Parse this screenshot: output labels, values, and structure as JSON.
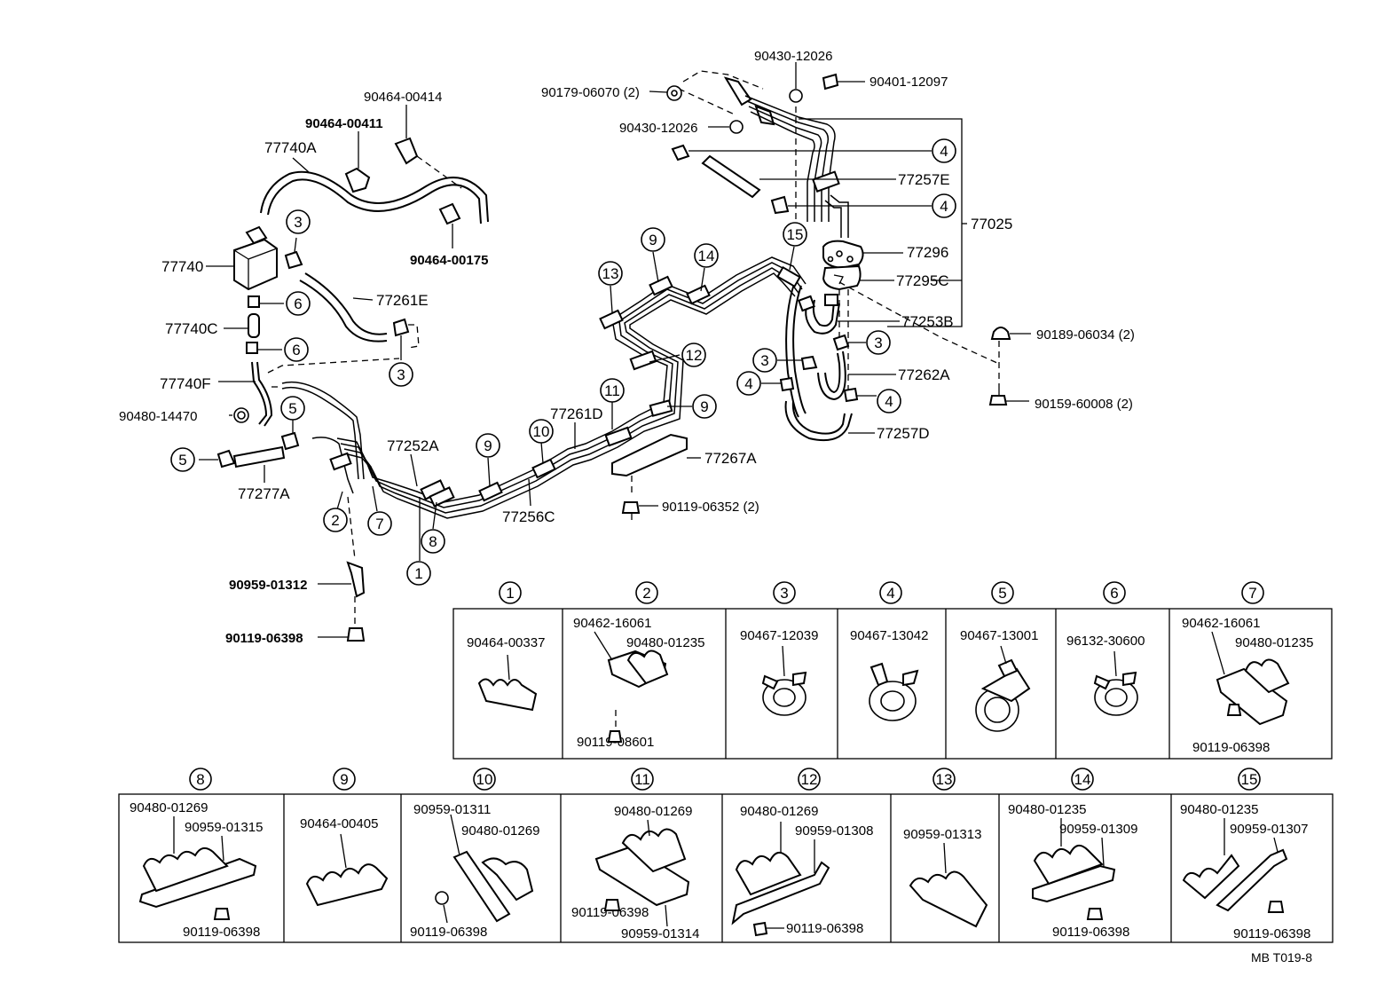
{
  "labels": {
    "p90430_12026_a": "90430-12026",
    "p90401_12097": "90401-12097",
    "p90179_06070": "90179-06070 (2)",
    "p90430_12026_b": "90430-12026",
    "p90464_00414": "90464-00414",
    "p90464_00411": "90464-00411",
    "p77740A": "77740A",
    "p90464_00175": "90464-00175",
    "p77257E": "77257E",
    "p77025": "77025",
    "p77296": "77296",
    "p77295C": "77295C",
    "p77253B": "77253B",
    "p90189_06034": "90189-06034 (2)",
    "p90159_60008": "90159-60008 (2)",
    "p77262A": "77262A",
    "p77257D": "77257D",
    "p77740": "77740",
    "p77261E": "77261E",
    "p77740C": "77740C",
    "p77740F": "77740F",
    "p90480_14470": "90480-14470",
    "p77277A": "77277A",
    "p77252A": "77252A",
    "p77261D": "77261D",
    "p77267A": "77267A",
    "p90119_06352": "90119-06352 (2)",
    "p77256C": "77256C",
    "p90959_01312": "90959-01312",
    "p90119_06398_main": "90119-06398"
  },
  "callouts": [
    "1",
    "2",
    "3",
    "4",
    "5",
    "6",
    "7",
    "8",
    "9",
    "10",
    "11",
    "12",
    "13",
    "14",
    "15"
  ],
  "table_top": [
    {
      "num": "1",
      "parts": [
        "90464-00337"
      ]
    },
    {
      "num": "2",
      "parts": [
        "90462-16061",
        "90480-01235",
        "90119-08601"
      ]
    },
    {
      "num": "3",
      "parts": [
        "90467-12039"
      ]
    },
    {
      "num": "4",
      "parts": [
        "90467-13042"
      ]
    },
    {
      "num": "5",
      "parts": [
        "90467-13001"
      ]
    },
    {
      "num": "6",
      "parts": [
        "96132-30600"
      ]
    },
    {
      "num": "7",
      "parts": [
        "90462-16061",
        "90480-01235",
        "90119-06398"
      ]
    }
  ],
  "table_bottom": [
    {
      "num": "8",
      "parts": [
        "90480-01269",
        "90959-01315",
        "90119-06398"
      ]
    },
    {
      "num": "9",
      "parts": [
        "90464-00405"
      ]
    },
    {
      "num": "10",
      "parts": [
        "90959-01311",
        "90480-01269",
        "90119-06398"
      ]
    },
    {
      "num": "11",
      "parts": [
        "90480-01269",
        "90119-06398",
        "90959-01314"
      ]
    },
    {
      "num": "12",
      "parts": [
        "90480-01269",
        "90959-01308",
        "90119-06398"
      ]
    },
    {
      "num": "13",
      "parts": [
        "90959-01313"
      ]
    },
    {
      "num": "14",
      "parts": [
        "90480-01235",
        "90959-01309",
        "90119-06398"
      ]
    },
    {
      "num": "15",
      "parts": [
        "90480-01235",
        "90959-01307",
        "90119-06398"
      ]
    }
  ],
  "footer": "MB  T019-8"
}
